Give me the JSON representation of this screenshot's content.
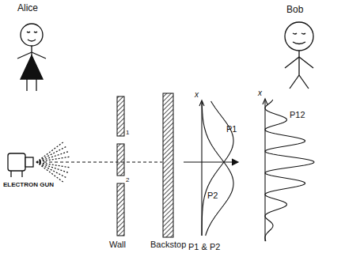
{
  "diagram": {
    "labels": [
      "Alice",
      "Bob",
      "ELECTRON GUN",
      "1",
      "2",
      "Wall",
      "Backstop",
      "x",
      "P1",
      "P2",
      "P1 & P2",
      "x",
      "P12"
    ]
  }
}
